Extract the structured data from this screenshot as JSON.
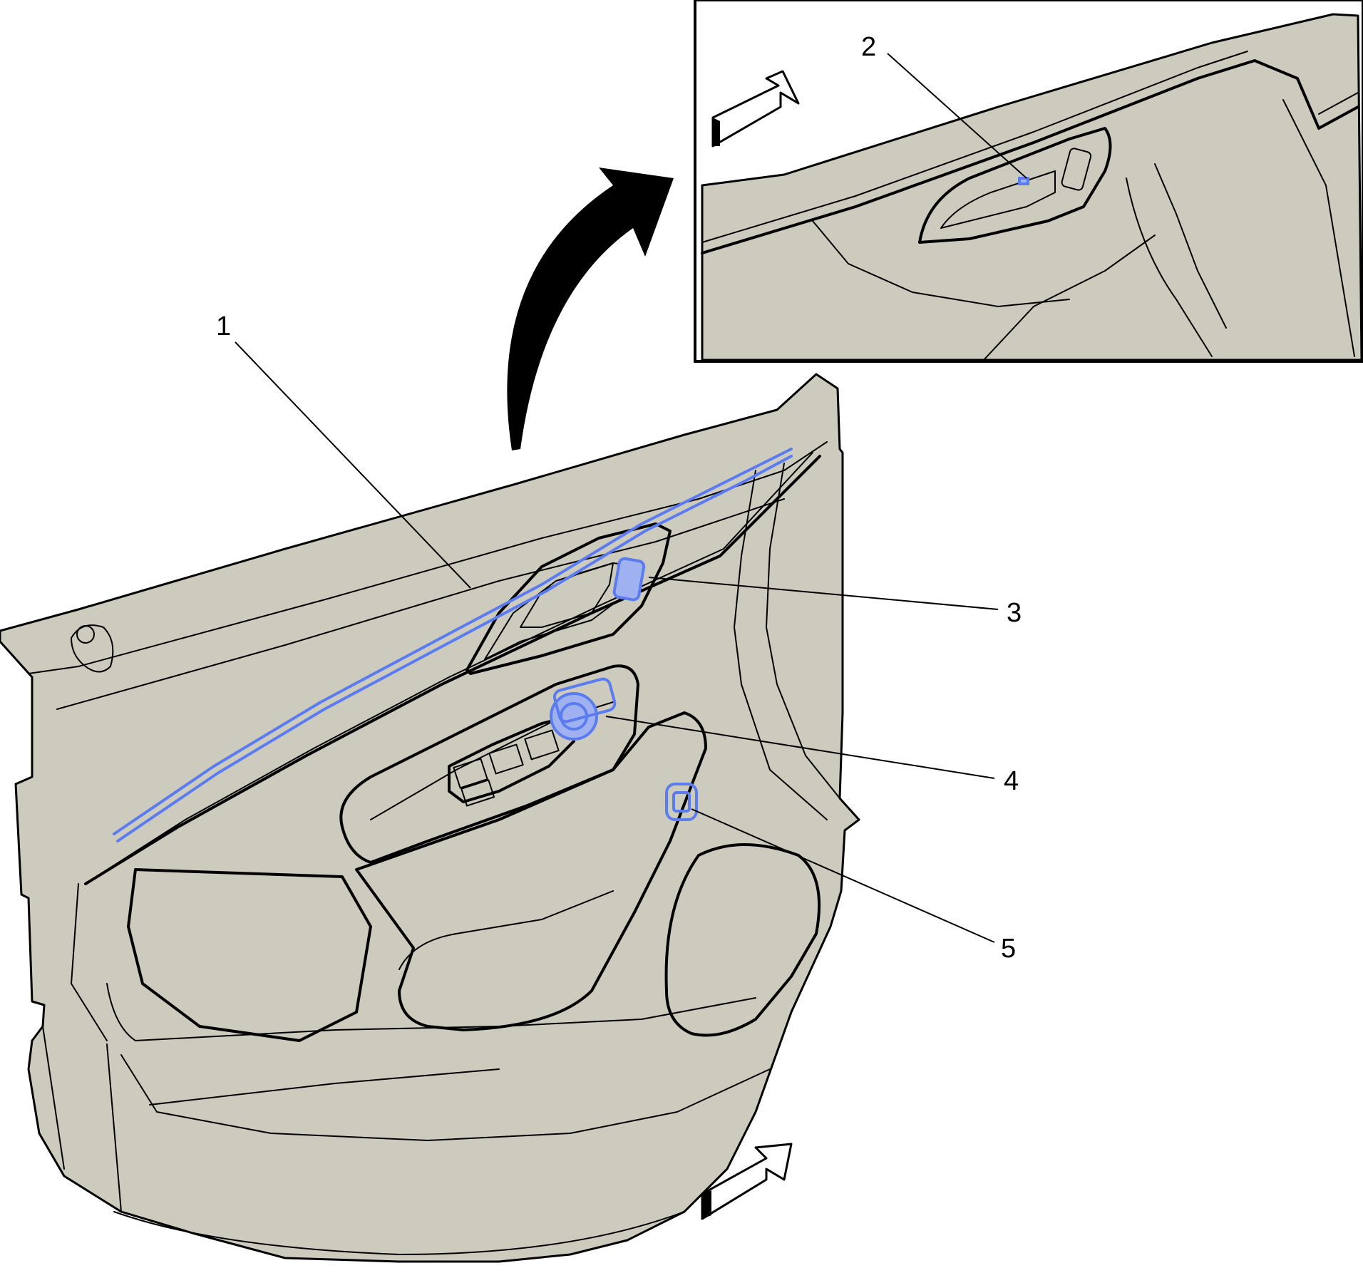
{
  "callouts": [
    {
      "id": "1",
      "label": "1"
    },
    {
      "id": "2",
      "label": "2"
    },
    {
      "id": "3",
      "label": "3"
    },
    {
      "id": "4",
      "label": "4"
    },
    {
      "id": "5",
      "label": "5"
    }
  ],
  "colors": {
    "panel": "#cdcbbd",
    "highlight": "#5b7cf0",
    "line": "#000000",
    "background": "#ffffff"
  },
  "icons": [
    "curved-arrow-icon",
    "view-direction-arrow-icon"
  ]
}
